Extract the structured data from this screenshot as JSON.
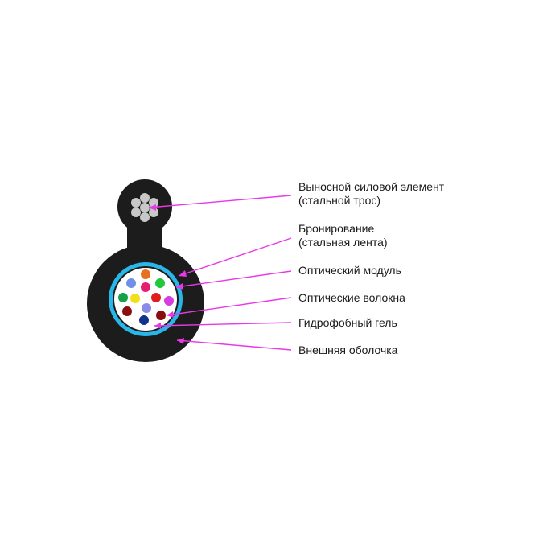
{
  "labels": {
    "messenger": {
      "line1": "Выносной силовой элемент",
      "line2": "(стальной трос)"
    },
    "armor": {
      "line1": "Бронирование",
      "line2": "(стальная лента)"
    },
    "module": "Оптический модуль",
    "fibers": "Оптические волокна",
    "gel": "Гидрофобный гель",
    "sheath": "Внешняя оболочка"
  },
  "colors": {
    "sheath": "#1c1c1c",
    "armor_ring": "#29b6e8",
    "module_inner": "#ffffff",
    "leader_line": "#e838e8",
    "steel_wire": "#c8c8c8",
    "fibers": [
      "#e8701e",
      "#6f8fe8",
      "#e81c6e",
      "#22c83c",
      "#16a04a",
      "#f0e018",
      "#e01c1c",
      "#8a8ae8",
      "#d83ce0",
      "#8a0e0e",
      "#12338a",
      "#8a0e0e",
      "#ffffff"
    ]
  }
}
